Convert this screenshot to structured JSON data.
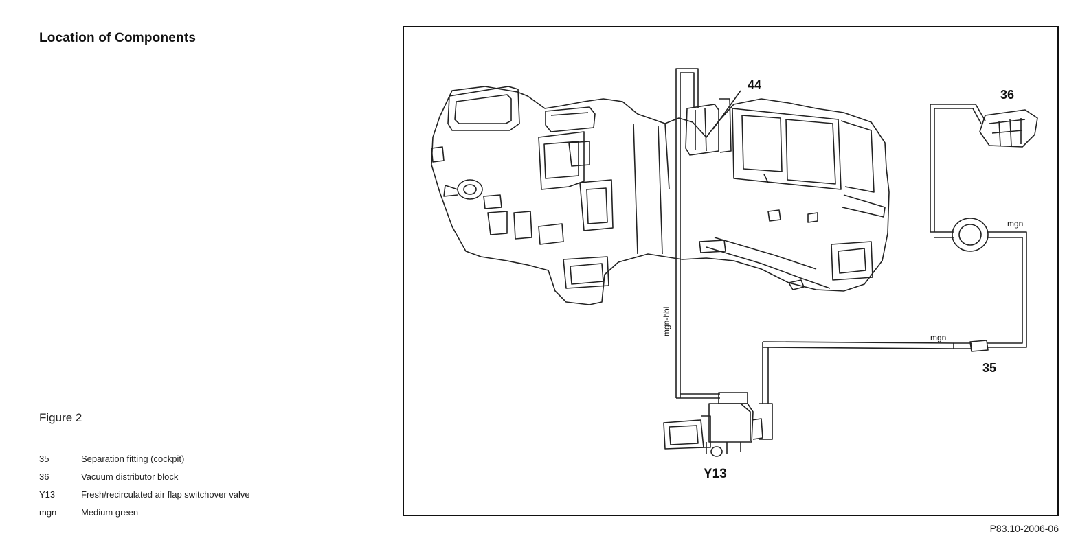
{
  "page": {
    "heading": "Location of Components",
    "figure_caption": "Figure 2",
    "reference_code": "P83.10-2006-06"
  },
  "legend": [
    {
      "code": "35",
      "description": "Separation fitting (cockpit)"
    },
    {
      "code": "36",
      "description": "Vacuum distributor block"
    },
    {
      "code": "Y13",
      "description": "Fresh/recirculated air flap switchover valve"
    },
    {
      "code": "mgn",
      "description": "Medium green"
    }
  ],
  "diagram": {
    "callouts": {
      "c44": "44",
      "c36": "36",
      "c35": "35",
      "cy13": "Y13"
    },
    "line_labels": {
      "mgn_hbl": "mgn-hbl",
      "mgn_upper": "mgn",
      "mgn_lower": "mgn"
    }
  }
}
